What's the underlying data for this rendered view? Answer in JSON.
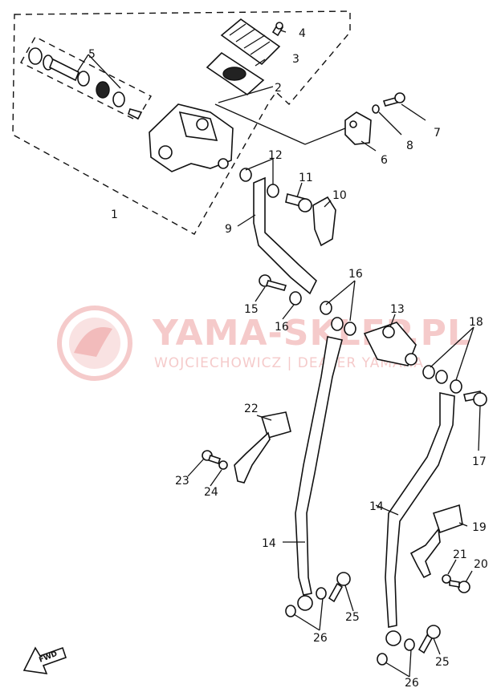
{
  "watermark": {
    "brand": "YAMA-SKLEP.PL",
    "sub": "WOJCIECHOWICZ | DEALER YAMAHA"
  },
  "fwd_label": "FWD",
  "callouts": [
    "1",
    "2",
    "3",
    "4",
    "5",
    "6",
    "7",
    "8",
    "9",
    "10",
    "11",
    "12",
    "13",
    "14",
    "15",
    "16",
    "17",
    "18",
    "19",
    "20",
    "21",
    "22",
    "23",
    "24",
    "25",
    "26"
  ]
}
